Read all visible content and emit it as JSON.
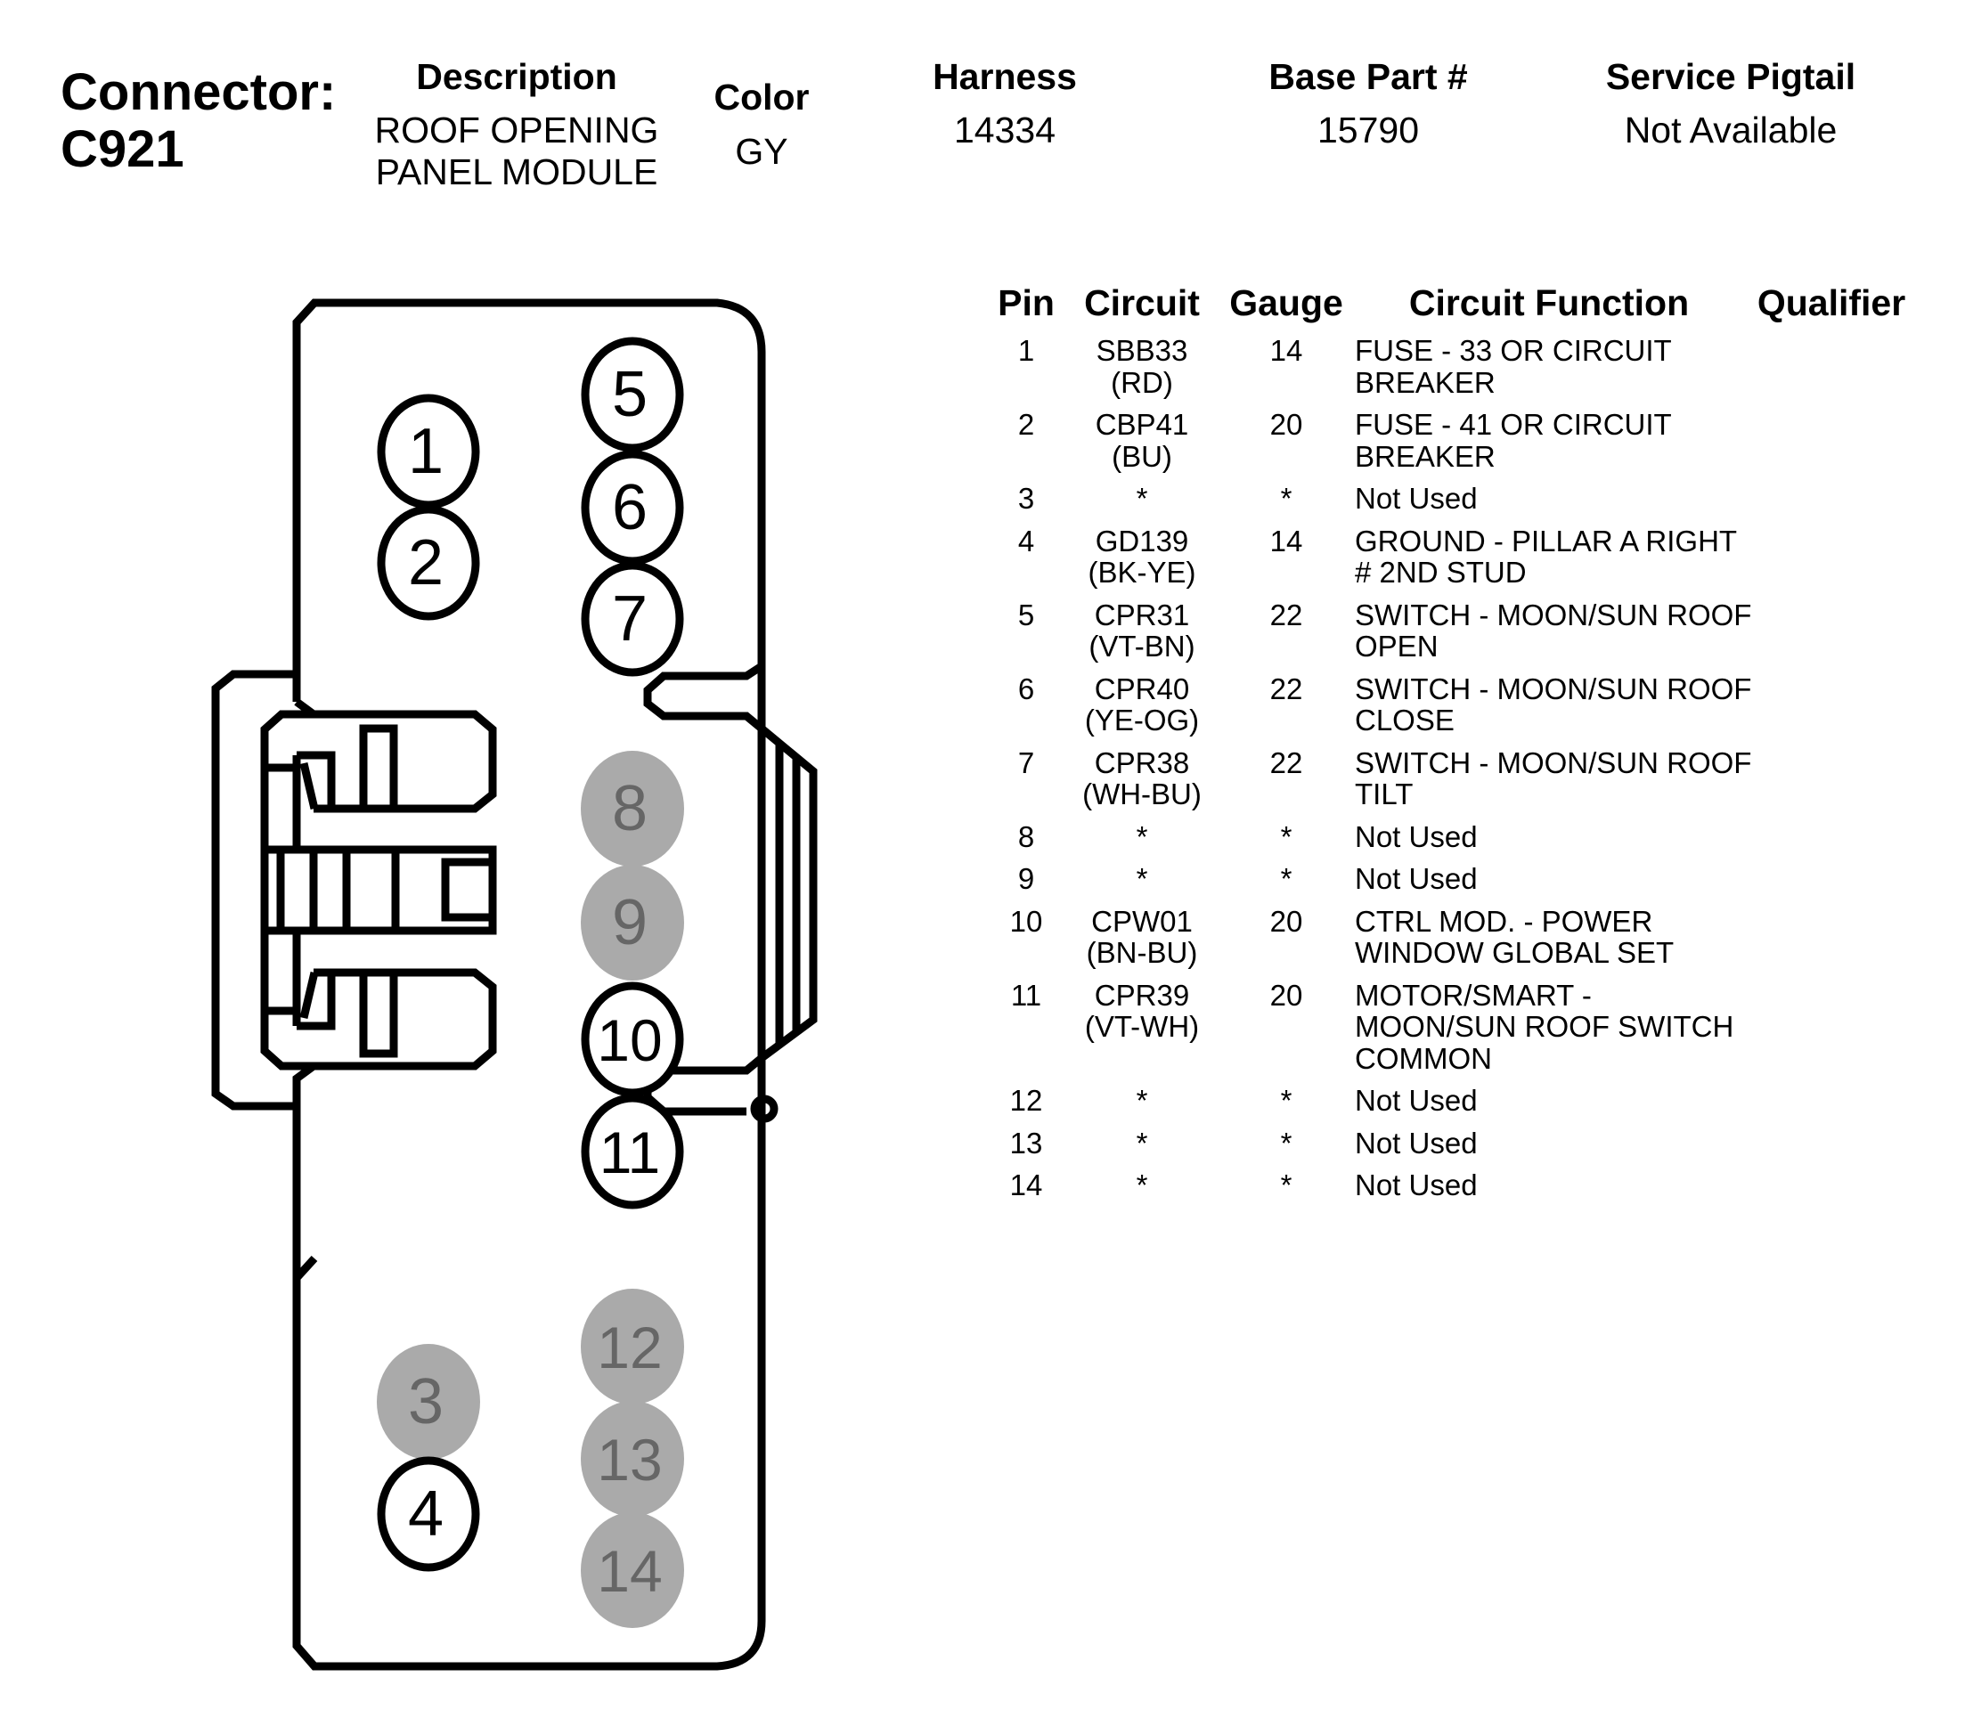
{
  "connector": {
    "label": "Connector:",
    "id": "C921"
  },
  "header": {
    "description": {
      "label": "Description",
      "lines": [
        "ROOF OPENING",
        "PANEL MODULE"
      ]
    },
    "color": {
      "label": "Color",
      "value": "GY"
    },
    "harness": {
      "label": "Harness",
      "value": "14334"
    },
    "base_part": {
      "label": "Base Part #",
      "value": "15790"
    },
    "service_pigtail": {
      "label": "Service Pigtail",
      "value": "Not Available"
    }
  },
  "table": {
    "columns": [
      "Pin",
      "Circuit",
      "Gauge",
      "Circuit Function",
      "Qualifier"
    ],
    "rows": [
      {
        "pin": "1",
        "circuit": [
          "SBB33",
          "(RD)"
        ],
        "gauge": "14",
        "function": [
          "FUSE - 33 OR CIRCUIT",
          "BREAKER"
        ],
        "qualifier": ""
      },
      {
        "pin": "2",
        "circuit": [
          "CBP41",
          "(BU)"
        ],
        "gauge": "20",
        "function": [
          "FUSE - 41 OR CIRCUIT",
          "BREAKER"
        ],
        "qualifier": ""
      },
      {
        "pin": "3",
        "circuit": [
          "*"
        ],
        "gauge": "*",
        "function": [
          "Not Used"
        ],
        "qualifier": ""
      },
      {
        "pin": "4",
        "circuit": [
          "GD139",
          "(BK-YE)"
        ],
        "gauge": "14",
        "function": [
          "GROUND - PILLAR A RIGHT",
          "# 2ND STUD"
        ],
        "qualifier": ""
      },
      {
        "pin": "5",
        "circuit": [
          "CPR31",
          "(VT-BN)"
        ],
        "gauge": "22",
        "function": [
          "SWITCH - MOON/SUN ROOF",
          "OPEN"
        ],
        "qualifier": ""
      },
      {
        "pin": "6",
        "circuit": [
          "CPR40",
          "(YE-OG)"
        ],
        "gauge": "22",
        "function": [
          "SWITCH - MOON/SUN ROOF",
          "CLOSE"
        ],
        "qualifier": ""
      },
      {
        "pin": "7",
        "circuit": [
          "CPR38",
          "(WH-BU)"
        ],
        "gauge": "22",
        "function": [
          "SWITCH - MOON/SUN ROOF",
          "TILT"
        ],
        "qualifier": ""
      },
      {
        "pin": "8",
        "circuit": [
          "*"
        ],
        "gauge": "*",
        "function": [
          "Not Used"
        ],
        "qualifier": ""
      },
      {
        "pin": "9",
        "circuit": [
          "*"
        ],
        "gauge": "*",
        "function": [
          "Not Used"
        ],
        "qualifier": ""
      },
      {
        "pin": "10",
        "circuit": [
          "CPW01",
          "(BN-BU)"
        ],
        "gauge": "20",
        "function": [
          "CTRL MOD. - POWER",
          "WINDOW GLOBAL SET"
        ],
        "qualifier": ""
      },
      {
        "pin": "11",
        "circuit": [
          "CPR39",
          "(VT-WH)"
        ],
        "gauge": "20",
        "function": [
          "MOTOR/SMART -",
          "MOON/SUN ROOF SWITCH",
          "COMMON"
        ],
        "qualifier": ""
      },
      {
        "pin": "12",
        "circuit": [
          "*"
        ],
        "gauge": "*",
        "function": [
          "Not Used"
        ],
        "qualifier": ""
      },
      {
        "pin": "13",
        "circuit": [
          "*"
        ],
        "gauge": "*",
        "function": [
          "Not Used"
        ],
        "qualifier": ""
      },
      {
        "pin": "14",
        "circuit": [
          "*"
        ],
        "gauge": "*",
        "function": [
          "Not Used"
        ],
        "qualifier": ""
      }
    ]
  },
  "diagram": {
    "colors": {
      "outline": "#000000",
      "used_pin_fill": "#ffffff",
      "unused_pin_fill": "#aaaaaa",
      "unused_pin_text": "#666666"
    },
    "pins": [
      {
        "number": "1",
        "used": true
      },
      {
        "number": "2",
        "used": true
      },
      {
        "number": "3",
        "used": false
      },
      {
        "number": "4",
        "used": true
      },
      {
        "number": "5",
        "used": true
      },
      {
        "number": "6",
        "used": true
      },
      {
        "number": "7",
        "used": true
      },
      {
        "number": "8",
        "used": false
      },
      {
        "number": "9",
        "used": false
      },
      {
        "number": "10",
        "used": true
      },
      {
        "number": "11",
        "used": true
      },
      {
        "number": "12",
        "used": false
      },
      {
        "number": "13",
        "used": false
      },
      {
        "number": "14",
        "used": false
      }
    ]
  }
}
